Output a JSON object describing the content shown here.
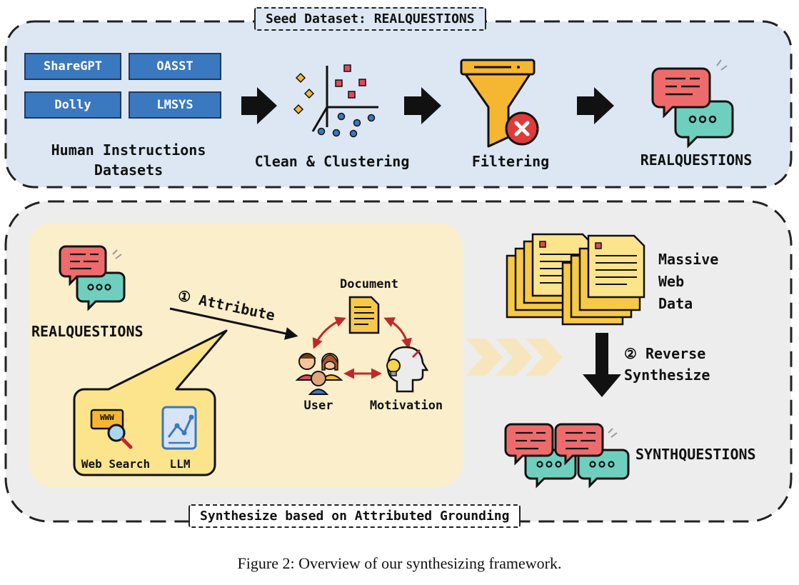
{
  "top_panel": {
    "title": "Seed Dataset: REALQUESTIONS",
    "datasets": [
      "ShareGPT",
      "OASST",
      "Dolly",
      "LMSYS"
    ],
    "human_label_line1": "Human Instructions",
    "human_label_line2": "Datasets",
    "clean_label": "Clean & Clustering",
    "filter_label": "Filtering",
    "real_label": "REALQUESTIONS"
  },
  "bottom_panel": {
    "title": "Synthesize based on Attributed Grounding",
    "real_label": "REALQUESTIONS",
    "attribute_label": "① Attribute",
    "document_label": "Document",
    "user_label": "User",
    "motivation_label": "Motivation",
    "web_search_label": "Web Search",
    "llm_label": "LLM",
    "www_label": "WWW",
    "massive_line1": "Massive",
    "massive_line2": "Web",
    "massive_line3": "Data",
    "reverse_line1": "② Reverse",
    "reverse_line2": "Synthesize",
    "synth_label": "SYNTHQUESTIONS"
  },
  "caption": "Figure 2: Overview of our synthesizing framework.",
  "colors": {
    "top_bg": "#dce7f3",
    "bottom_bg": "#ededed",
    "inner_panel": "#fbeecb",
    "dataset_box": "#3a78bf",
    "bubble_red": "#ef6b6b",
    "bubble_teal": "#6fcfbf",
    "funnel": "#f5b731",
    "document": "#f7c948",
    "arrow_red": "#c0282a"
  }
}
